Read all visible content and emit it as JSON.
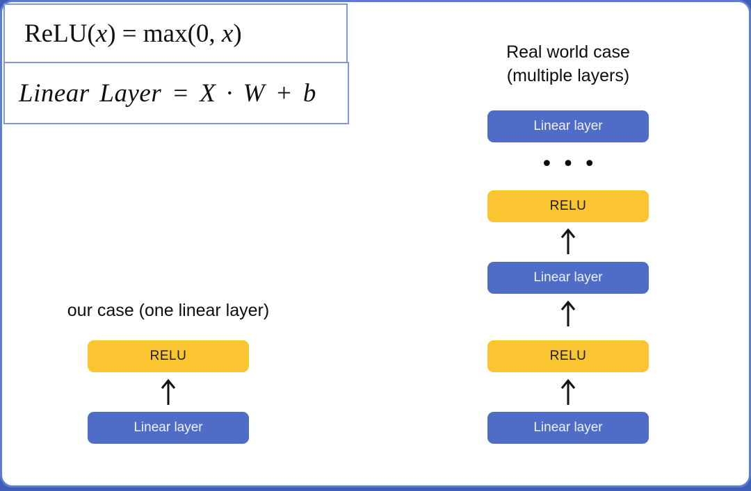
{
  "colors": {
    "blue_box": "#4F6DC6",
    "yellow_box": "#FBC431",
    "card_border": "#5B7DD6",
    "formula_border": "#7E98E1",
    "bottom_strip": "#3E5DB4",
    "blue_box_text": "#EEF2FB",
    "yellow_box_text": "#191919"
  },
  "formula_box": {
    "relu": {
      "pre": "ReLU(",
      "x1": "x",
      "mid": ") = max(0, ",
      "x2": "x",
      "post": ")"
    },
    "linear": "Linear Layer = X · W + b"
  },
  "right_diagram": {
    "title_line1": "Real world case",
    "title_line2": "(multiple layers)",
    "ellipsis": "•••",
    "nodes": [
      {
        "label": "Linear layer",
        "type": "linear"
      },
      {
        "label": "RELU",
        "type": "relu"
      },
      {
        "label": "Linear layer",
        "type": "linear"
      },
      {
        "label": "RELU",
        "type": "relu"
      },
      {
        "label": "Linear layer",
        "type": "linear"
      }
    ]
  },
  "left_diagram": {
    "title": "our case (one linear layer)",
    "nodes": [
      {
        "label": "RELU",
        "type": "relu"
      },
      {
        "label": "Linear layer",
        "type": "linear"
      }
    ]
  }
}
